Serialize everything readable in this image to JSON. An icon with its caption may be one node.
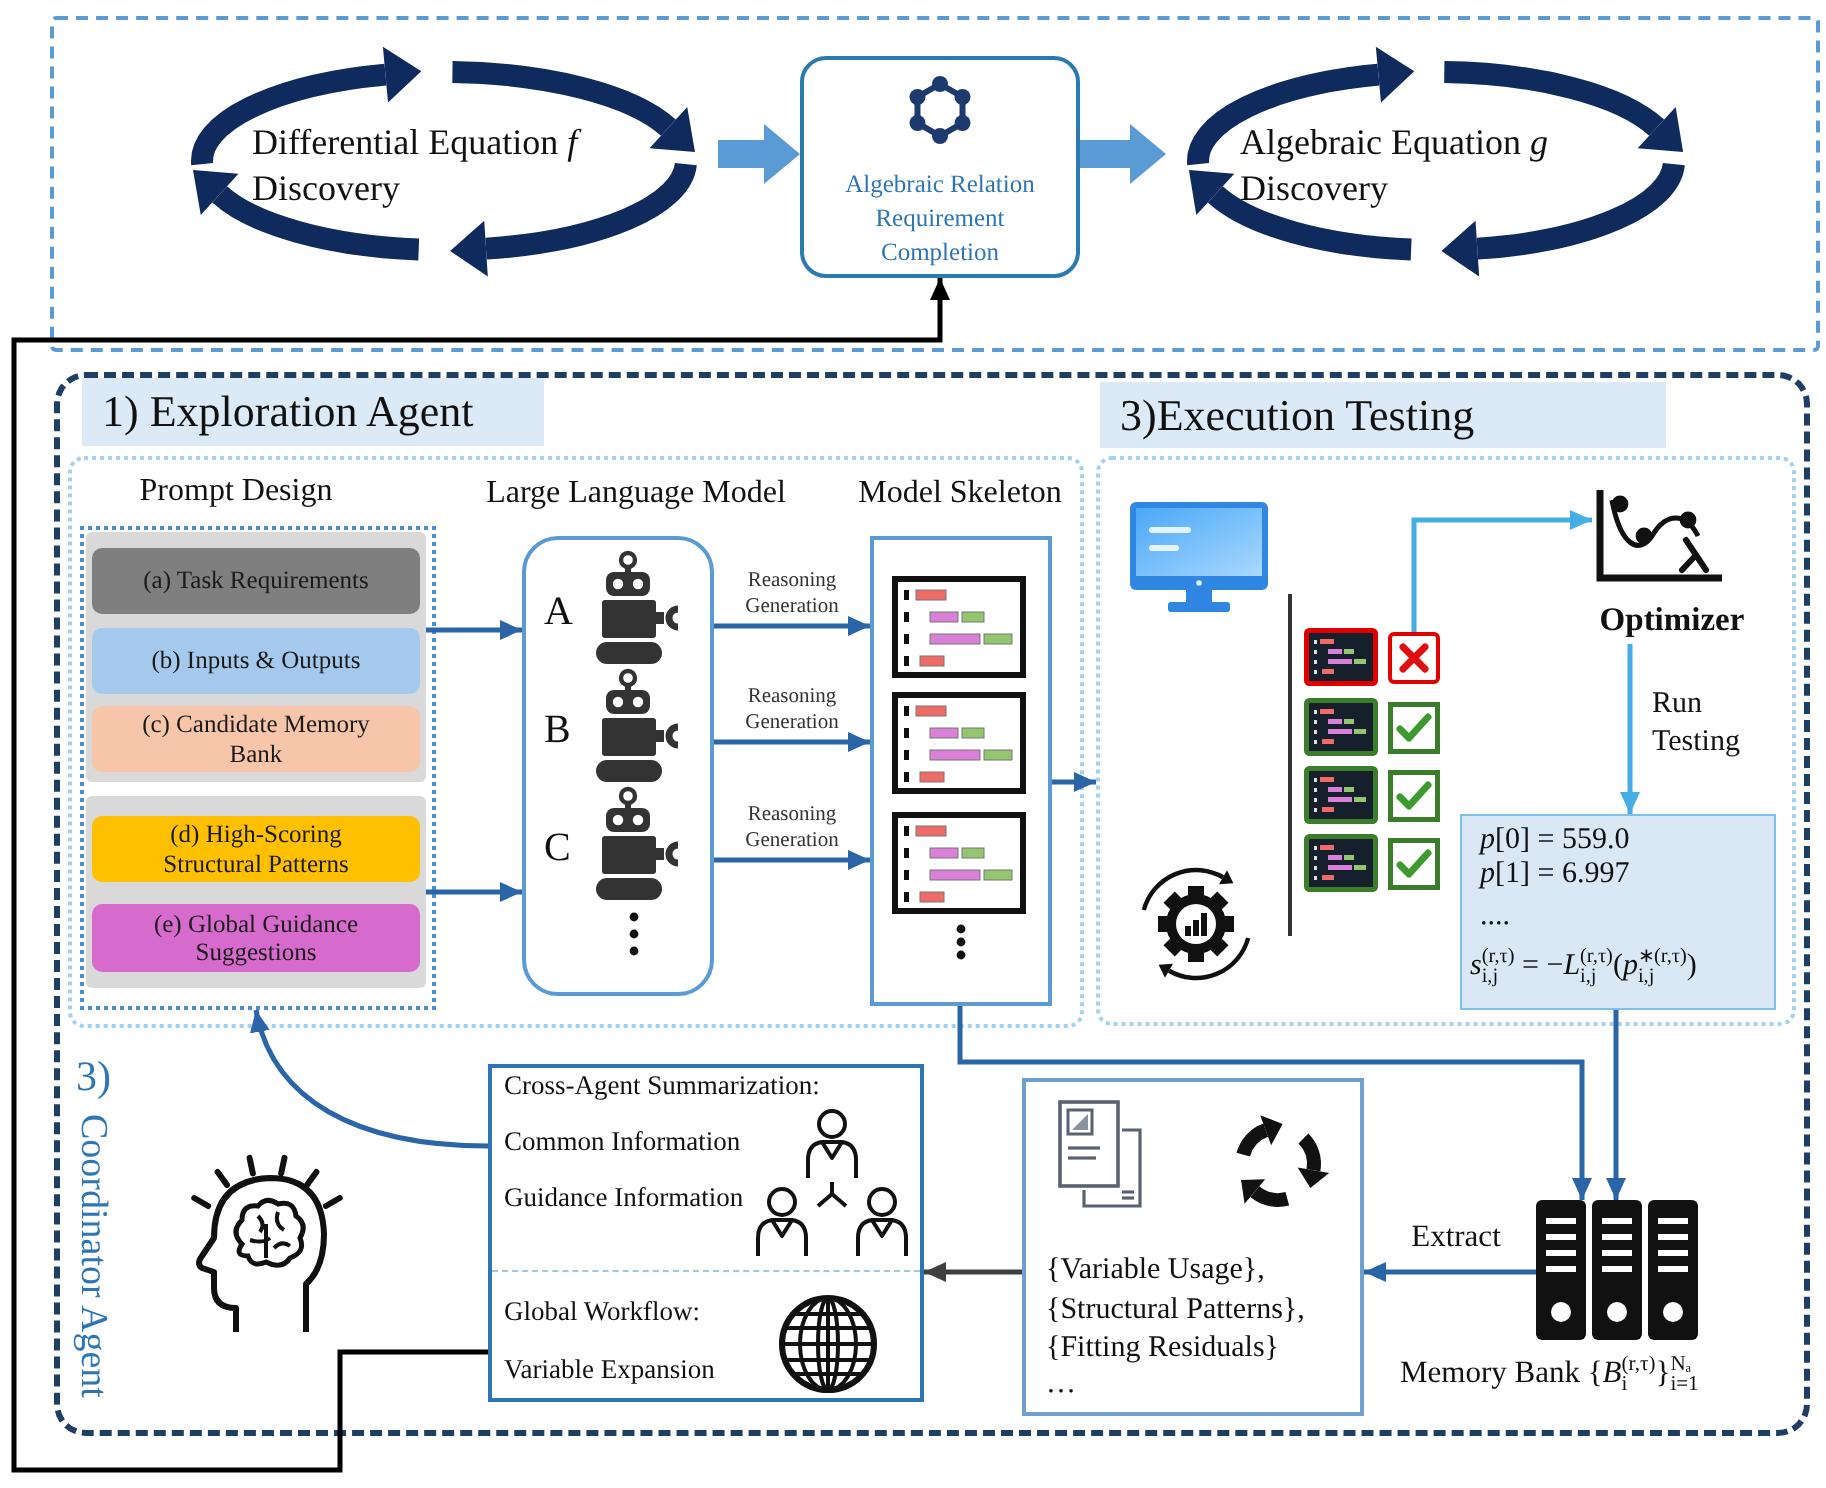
{
  "diagram": {
    "nodes": [
      {
        "text": [],
        "shape": "box"
      },
      {
        "text": [
          "Differential Equation *f* Discovery"
        ],
        "in": 0
      },
      {
        "text": [
          "Algebraic Relation Requirement Completion"
        ],
        "in": 0
      },
      {
        "text": [
          "Algebraic Equation *g* Discovery"
        ],
        "in": 0
      },
      {
        "text": [
          "3)",
          "Coordinator Agent"
        ]
      },
      {
        "text": [
          "1) Exploration Agent"
        ],
        "in": 4
      },
      {
        "text": [
          "Prompt Design"
        ],
        "in": 5
      },
      {
        "text": [],
        "shape": "box",
        "in": 6
      },
      {
        "text": [
          "(a) Task Requirements"
        ],
        "in": 7
      },
      {
        "text": [
          "(b) Inputs & Outputs"
        ],
        "in": 7
      },
      {
        "text": [
          "(c) Candidate Memory Bank"
        ],
        "in": 7
      },
      {
        "text": [],
        "shape": "box",
        "in": 6
      },
      {
        "text": [
          "(d) High-Scoring Structural Patterns"
        ],
        "in": 11
      },
      {
        "text": [
          "(e) Global Guidance Suggestions"
        ],
        "in": 11
      },
      {
        "text": [
          "Large Language Model",
          "A",
          "B",
          "C"
        ],
        "in": 5
      },
      {
        "text": [
          "Model Skeleton"
        ],
        "in": 5
      },
      {
        "text": [
          "3)Execution Testing"
        ],
        "in": 4
      },
      {
        "text": [],
        "shape": "box",
        "in": 16
      },
      {
        "text": [
          "Optimizer"
        ],
        "in": 16
      },
      {
        "text": [
          "*p*[0] = 559.0",
          "*p*[1] = 6.997",
          "....",
          "*s*$_{i,j}$$^{(r,τ)}$ = −*L*$_{i,j}$$^{(r,τ)}$(*p*$_{i,j}$$^{∗(r,τ)}$)"
        ],
        "in": 16
      },
      {
        "text": [
          "Cross-Agent Summarization:",
          "Common Information",
          "Guidance Information",
          "Global Workflow:",
          "Variable Expansion"
        ],
        "in": 4
      },
      {
        "text": [
          "{Variable Usage},",
          "{Structural Patterns},",
          "{Fitting Residuals}",
          "…"
        ],
        "in": 4
      },
      {
        "text": [
          "Memory Bank {*B*$_{i}$$^{(r,τ)}$}$_{i=1}$$^{Nₐ}$"
        ],
        "in": 4
      }
    ],
    "edges": [
      {
        "from": 1,
        "to": 2,
        "arrow": "to",
        "style": "thick",
        "color": "#5b9bd5"
      },
      {
        "from": 2,
        "to": 3,
        "arrow": "to",
        "style": "thick",
        "color": "#5b9bd5"
      },
      {
        "from": 7,
        "to": 14,
        "arrow": "to"
      },
      {
        "from": 11,
        "to": 14,
        "arrow": "to"
      },
      {
        "from": 14,
        "to": 15,
        "arrow": "to",
        "label": "Reasoning Generation"
      },
      {
        "from": 14,
        "to": 15,
        "arrow": "to",
        "label": "Reasoning Generation"
      },
      {
        "from": 14,
        "to": 15,
        "arrow": "to",
        "label": "Reasoning Generation"
      },
      {
        "from": 15,
        "to": 16,
        "arrow": "to"
      },
      {
        "from": 17,
        "to": 18,
        "arrow": "to",
        "color": "#45aee6"
      },
      {
        "from": 18,
        "to": 19,
        "arrow": "to",
        "label": "Run Testing",
        "color": "#45aee6"
      },
      {
        "from": 19,
        "to": 22,
        "arrow": "to"
      },
      {
        "from": 15,
        "to": 22,
        "arrow": "to"
      },
      {
        "from": 22,
        "to": 21,
        "arrow": "to",
        "label": "Extract"
      },
      {
        "from": 21,
        "to": 20,
        "arrow": "to",
        "color": "#404040"
      },
      {
        "from": 20,
        "to": 6,
        "arrow": "to"
      },
      {
        "from": 20,
        "to": 2,
        "arrow": "to",
        "color": "#000000"
      }
    ]
  }
}
